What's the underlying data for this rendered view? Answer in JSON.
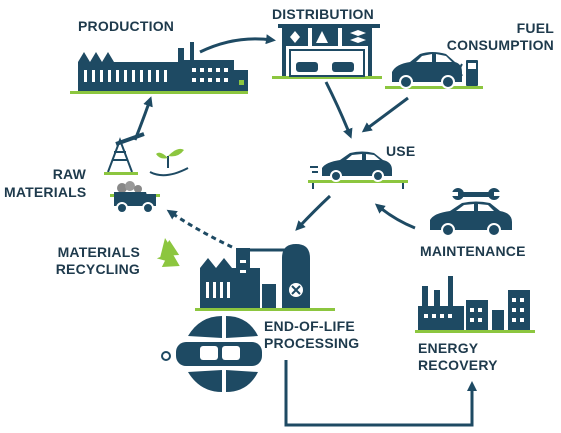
{
  "colors": {
    "navy": "#1e4a63",
    "green": "#8cc63f",
    "text": "#1e3a4c"
  },
  "labels": {
    "production": "PRODUCTION",
    "distribution": "DISTRIBUTION",
    "fuel_line1": "FUEL",
    "fuel_line2": "CONSUMPTION",
    "use": "USE",
    "maintenance": "MAINTENANCE",
    "raw_line1": "RAW",
    "raw_line2": "MATERIALS",
    "recycling_line1": "MATERIALS",
    "recycling_line2": "RECYCLING",
    "eol_line1": "END-OF-LIFE",
    "eol_line2": "PROCESSING",
    "energy_line1": "ENERGY",
    "energy_line2": "RECOVERY"
  },
  "icons": [
    "factory-icon",
    "dealership-icon",
    "fuel-car-icon",
    "fuel-pump-icon",
    "car-on-road-icon",
    "maintenance-car-icon",
    "wrench-icon",
    "oil-derrick-icon",
    "plant-in-hand-icon",
    "mining-truck-icon",
    "recycle-icon",
    "processing-plant-icon",
    "dismantled-car-icon",
    "power-plant-icon"
  ]
}
